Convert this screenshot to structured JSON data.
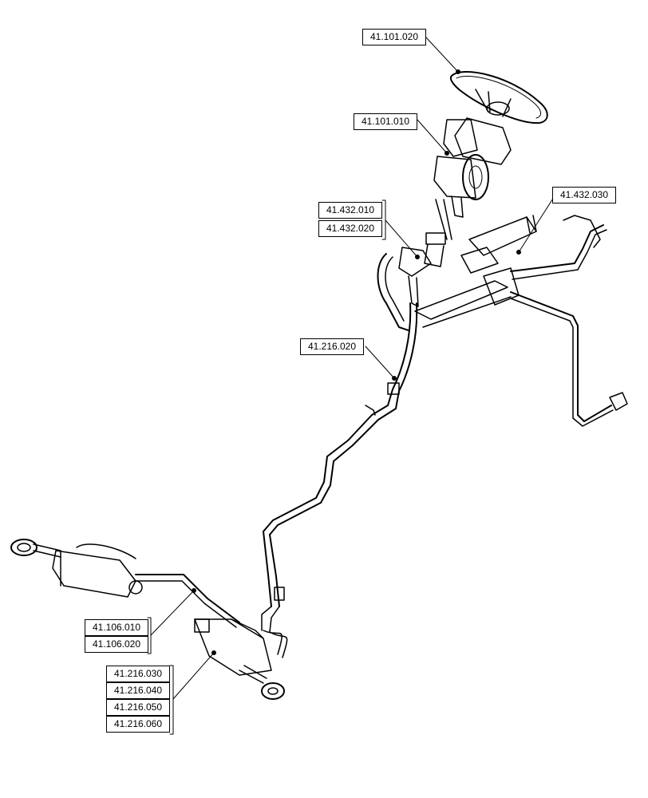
{
  "labels": [
    {
      "id": "l1",
      "text": "41.101.020"
    },
    {
      "id": "l2",
      "text": "41.101.010"
    },
    {
      "id": "l3",
      "text": "41.432.010"
    },
    {
      "id": "l4",
      "text": "41.432.020"
    },
    {
      "id": "l5",
      "text": "41.432.030"
    },
    {
      "id": "l6",
      "text": "41.216.020"
    },
    {
      "id": "l7",
      "text": "41.106.010"
    },
    {
      "id": "l8",
      "text": "41.106.020"
    },
    {
      "id": "l9",
      "text": "41.216.030"
    },
    {
      "id": "l10",
      "text": "41.216.040"
    },
    {
      "id": "l11",
      "text": "41.216.050"
    },
    {
      "id": "l12",
      "text": "41.216.060"
    }
  ]
}
